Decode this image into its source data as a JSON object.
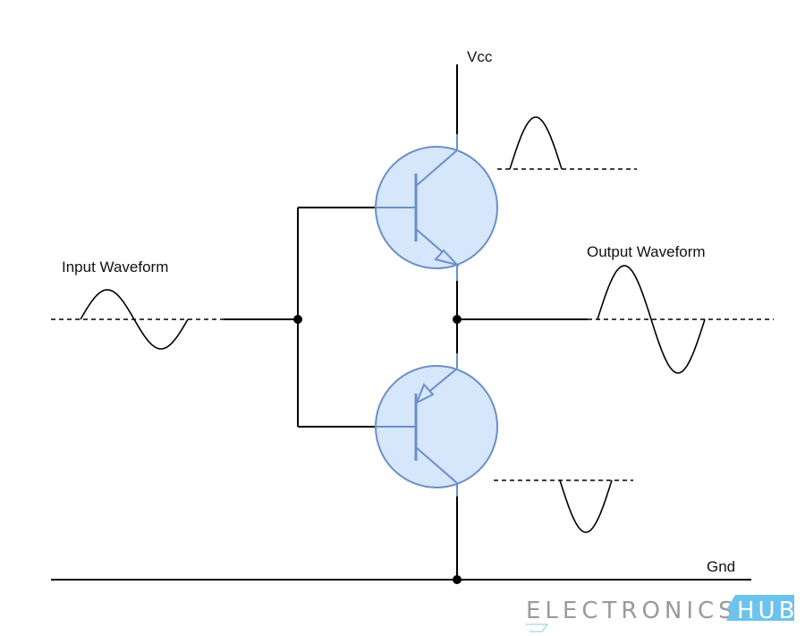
{
  "labels": {
    "vcc": "Vcc",
    "gnd": "Gnd",
    "input_waveform": "Input Waveform",
    "output_waveform": "Output Waveform"
  },
  "logo": {
    "text": "ELECTRONICS",
    "badge": "HUB"
  },
  "colors": {
    "wire": "#000000",
    "transistor_fill": "#d6e6fb",
    "transistor_stroke": "#6b8fc7",
    "logo_badge": "#6cc3ee"
  },
  "components": [
    {
      "type": "NPN transistor",
      "position": "top"
    },
    {
      "type": "PNP transistor",
      "position": "bottom"
    }
  ]
}
